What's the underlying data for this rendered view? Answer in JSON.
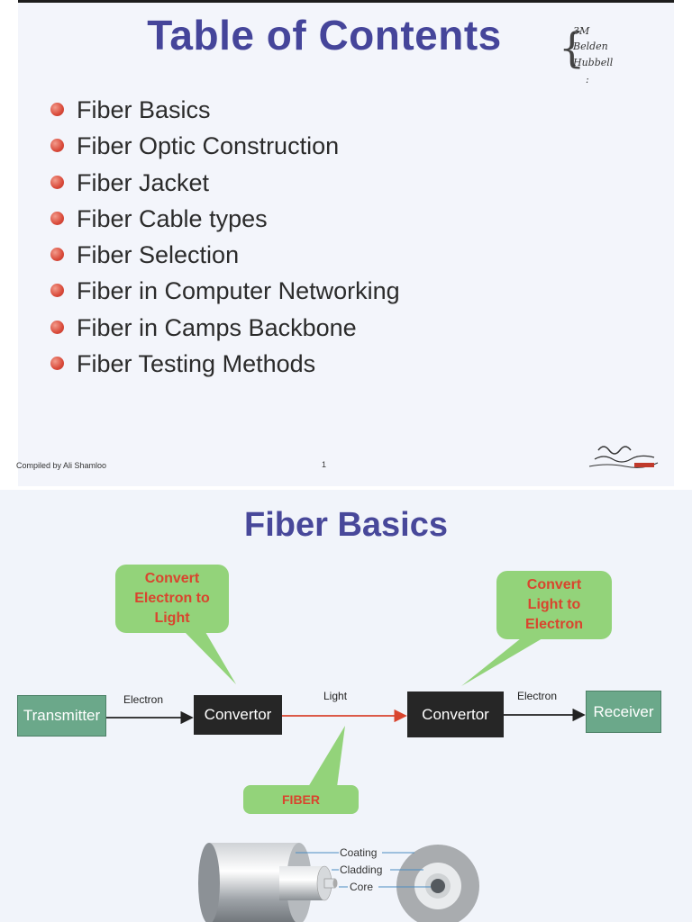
{
  "slide1": {
    "title": "Table of Contents",
    "handwritten": [
      "3M",
      "Belden",
      "Hubbell",
      ":"
    ],
    "toc": [
      "Fiber Basics",
      "Fiber Optic Construction",
      "Fiber Jacket",
      "Fiber Cable types",
      "Fiber Selection",
      "Fiber in Computer Networking",
      "Fiber in Camps Backbone",
      "Fiber Testing Methods"
    ],
    "footer": "Compiled by Ali Shamloo",
    "page": "1"
  },
  "slide2": {
    "title": "Fiber Basics",
    "transmitter": "Transmitter",
    "convertor_left": "Convertor",
    "convertor_right": "Convertor",
    "receiver": "Receiver",
    "label_electron_left": "Electron",
    "label_light": "Light",
    "label_electron_right": "Electron",
    "callout_left": [
      "Convert",
      "Electron to",
      "Light"
    ],
    "callout_right": [
      "Convert",
      "Light to",
      "Electron"
    ],
    "fiber_label": "FIBER",
    "cable_labels": {
      "coating": "Coating",
      "cladding": "Cladding",
      "core": "Core"
    },
    "colors": {
      "title": "#45459a",
      "bullet": "#d94a3a",
      "callout": "#93d37a",
      "callout_text": "#d9452e",
      "box_green": "#6ba88a",
      "box_dark": "#262626",
      "light_arrow": "#d9452e"
    }
  }
}
